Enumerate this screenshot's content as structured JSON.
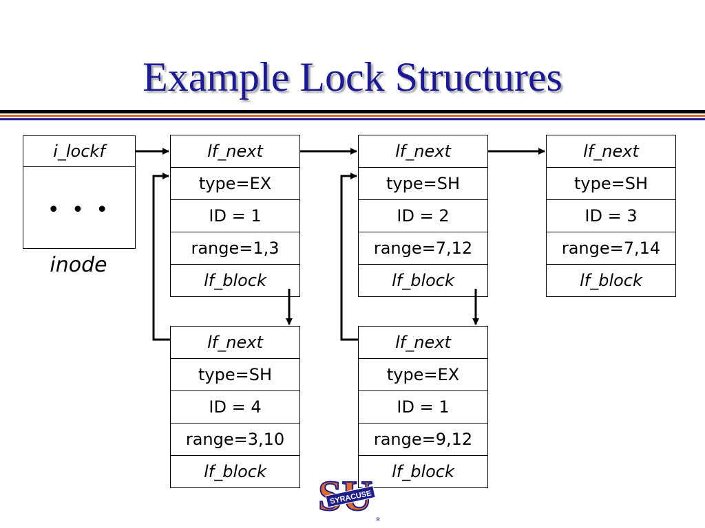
{
  "slide": {
    "title": "Example Lock Structures"
  },
  "inode": {
    "field": "i_lockf",
    "ellipsis": "• • •",
    "label": "inode"
  },
  "records": [
    {
      "fields": [
        "lf_next",
        "type=EX",
        "ID = 1",
        "range=1,3",
        "lf_block"
      ]
    },
    {
      "fields": [
        "lf_next",
        "type=SH",
        "ID = 2",
        "range=7,12",
        "lf_block"
      ]
    },
    {
      "fields": [
        "lf_next",
        "type=SH",
        "ID = 3",
        "range=7,14",
        "lf_block"
      ]
    },
    {
      "fields": [
        "lf_next",
        "type=SH",
        "ID = 4",
        "range=3,10",
        "lf_block"
      ]
    },
    {
      "fields": [
        "lf_next",
        "type=EX",
        "ID = 1",
        "range=9,12",
        "lf_block"
      ]
    }
  ],
  "logo": {
    "letters": "SU",
    "banner": "SYRACUSE",
    "mark": "®",
    "colors": {
      "orange": "#e3692a",
      "blue": "#1e1e8a"
    }
  },
  "colors": {
    "title": "#1a1a99",
    "rule_black": "#000000",
    "rule_orange": "#e3692a",
    "rule_blue": "#1e1e8a"
  }
}
